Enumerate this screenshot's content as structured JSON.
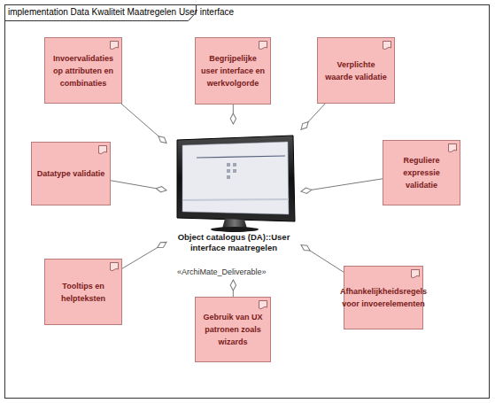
{
  "diagram": {
    "title": "implementation Data Kwaliteit Maatregelen User interface",
    "nodes": [
      {
        "text": [
          "Invoervalidaties op attributen en combinaties"
        ]
      },
      {
        "text": [
          "Begrijpelijke user interface en werkvolgorde"
        ]
      },
      {
        "text": [
          "Verplichte waarde validatie"
        ]
      },
      {
        "text": [
          "Datatype validatie"
        ]
      },
      {
        "text": [
          "Object catalogus (DA)::User interface maatregelen",
          "«ArchiMate_Deliverable»"
        ]
      },
      {
        "text": [
          "Reguliere expressie validatie"
        ]
      },
      {
        "text": [
          "Tooltips en helpteksten"
        ]
      },
      {
        "text": [
          "Afhankelijkheidsregels voor invoerelementen"
        ]
      },
      {
        "text": [
          "Gebruik van UX patronen zoals wizards"
        ]
      }
    ],
    "edges": [
      {
        "from": 0,
        "to": 4,
        "arrow": "to"
      },
      {
        "from": 1,
        "to": 4,
        "arrow": "to"
      },
      {
        "from": 2,
        "to": 4,
        "arrow": "to"
      },
      {
        "from": 3,
        "to": 4,
        "arrow": "to"
      },
      {
        "from": 5,
        "to": 4,
        "arrow": "to"
      },
      {
        "from": 6,
        "to": 4,
        "arrow": "to"
      },
      {
        "from": 7,
        "to": 4,
        "arrow": "to"
      },
      {
        "from": 8,
        "to": 4,
        "arrow": "to"
      }
    ]
  }
}
